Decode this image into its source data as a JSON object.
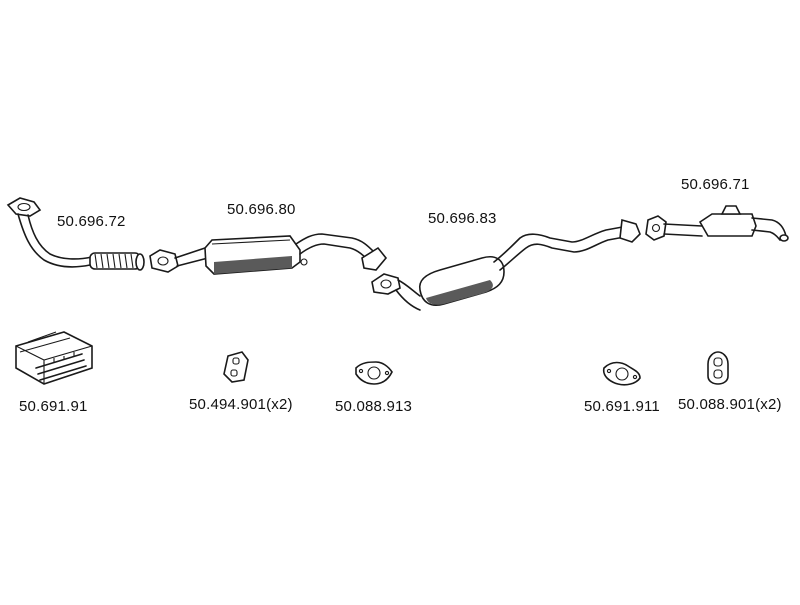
{
  "parts": [
    {
      "id": "front-pipe",
      "number": "50.696.72"
    },
    {
      "id": "catalytic-converter",
      "number": "50.696.80"
    },
    {
      "id": "middle-silencer",
      "number": "50.696.83"
    },
    {
      "id": "rear-silencer",
      "number": "50.696.71"
    }
  ],
  "accessories": [
    {
      "id": "mounting-kit",
      "number": "50.691.91"
    },
    {
      "id": "rubber-hanger",
      "number": "50.494.901(x2)"
    },
    {
      "id": "gasket-a",
      "number": "50.088.913"
    },
    {
      "id": "gasket-b",
      "number": "50.691.911"
    },
    {
      "id": "rubber-ring",
      "number": "50.088.901(x2)"
    }
  ]
}
